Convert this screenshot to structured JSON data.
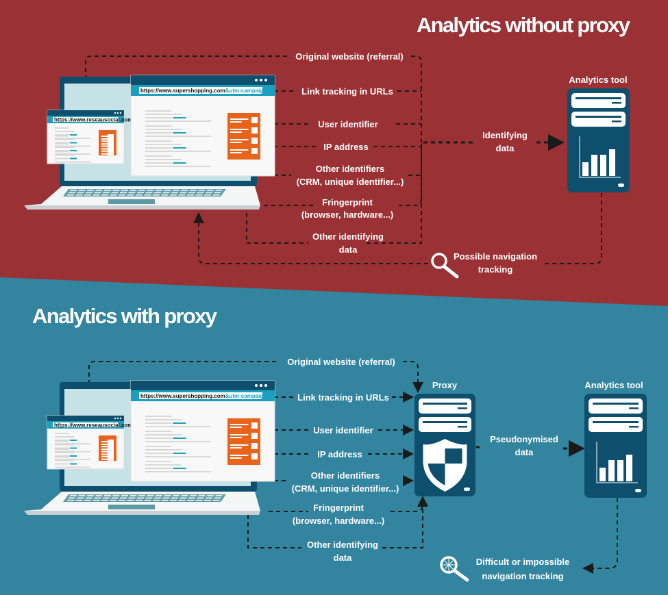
{
  "colors": {
    "top_background": "#9a3134",
    "bottom_background": "#33849e",
    "navy": "#0d4f6c",
    "orange": "#e8641c",
    "cyan": "#1aa0bd"
  },
  "top": {
    "title": "Analytics without proxy",
    "browser_url_main": "https://www.supershopping.com",
    "browser_url_campaign": "&utm-campaign[...]",
    "browser_url_small": "https://www.reseausocial.com",
    "labels": {
      "referral": "Original website (referral)",
      "link_tracking": "Link tracking in URLs",
      "user_identifier": "User identifier",
      "ip_address": "IP address",
      "other_identifiers_1": "Other identifiers",
      "other_identifiers_2": "(CRM, unique identifier...)",
      "fingerprint_1": "Fringerprint",
      "fingerprint_2": "(browser, hardware...)",
      "other_data_1": "Other identifying",
      "other_data_2": "data"
    },
    "identifying_data_1": "Identifying",
    "identifying_data_2": "data",
    "analytics_tool": "Analytics tool",
    "tracking_1": "Possible navigation",
    "tracking_2": "tracking",
    "tracking_icon": "magnifier-icon"
  },
  "bottom": {
    "title": "Analytics with proxy",
    "browser_url_main": "https://www.supershopping.com",
    "browser_url_campaign": "&utm-campaign[...]",
    "browser_url_small": "https://www.reseausocial.com",
    "labels": {
      "referral": "Original website (referral)",
      "link_tracking": "Link tracking in URLs",
      "user_identifier": "User identifier",
      "ip_address": "IP address",
      "other_identifiers_1": "Other identifiers",
      "other_identifiers_2": "(CRM, unique identifier...)",
      "fingerprint_1": "Fringerprint",
      "fingerprint_2": "(browser, hardware...)",
      "other_data_1": "Other identifying",
      "other_data_2": "data"
    },
    "proxy": "Proxy",
    "proxy_icon": "shield-icon",
    "pseudonymised_1": "Pseudonymised",
    "pseudonymised_2": "data",
    "analytics_tool": "Analytics tool",
    "tracking_1": "Difficult or impossible",
    "tracking_2": "navigation tracking",
    "tracking_icon": "broken-magnifier-icon"
  }
}
